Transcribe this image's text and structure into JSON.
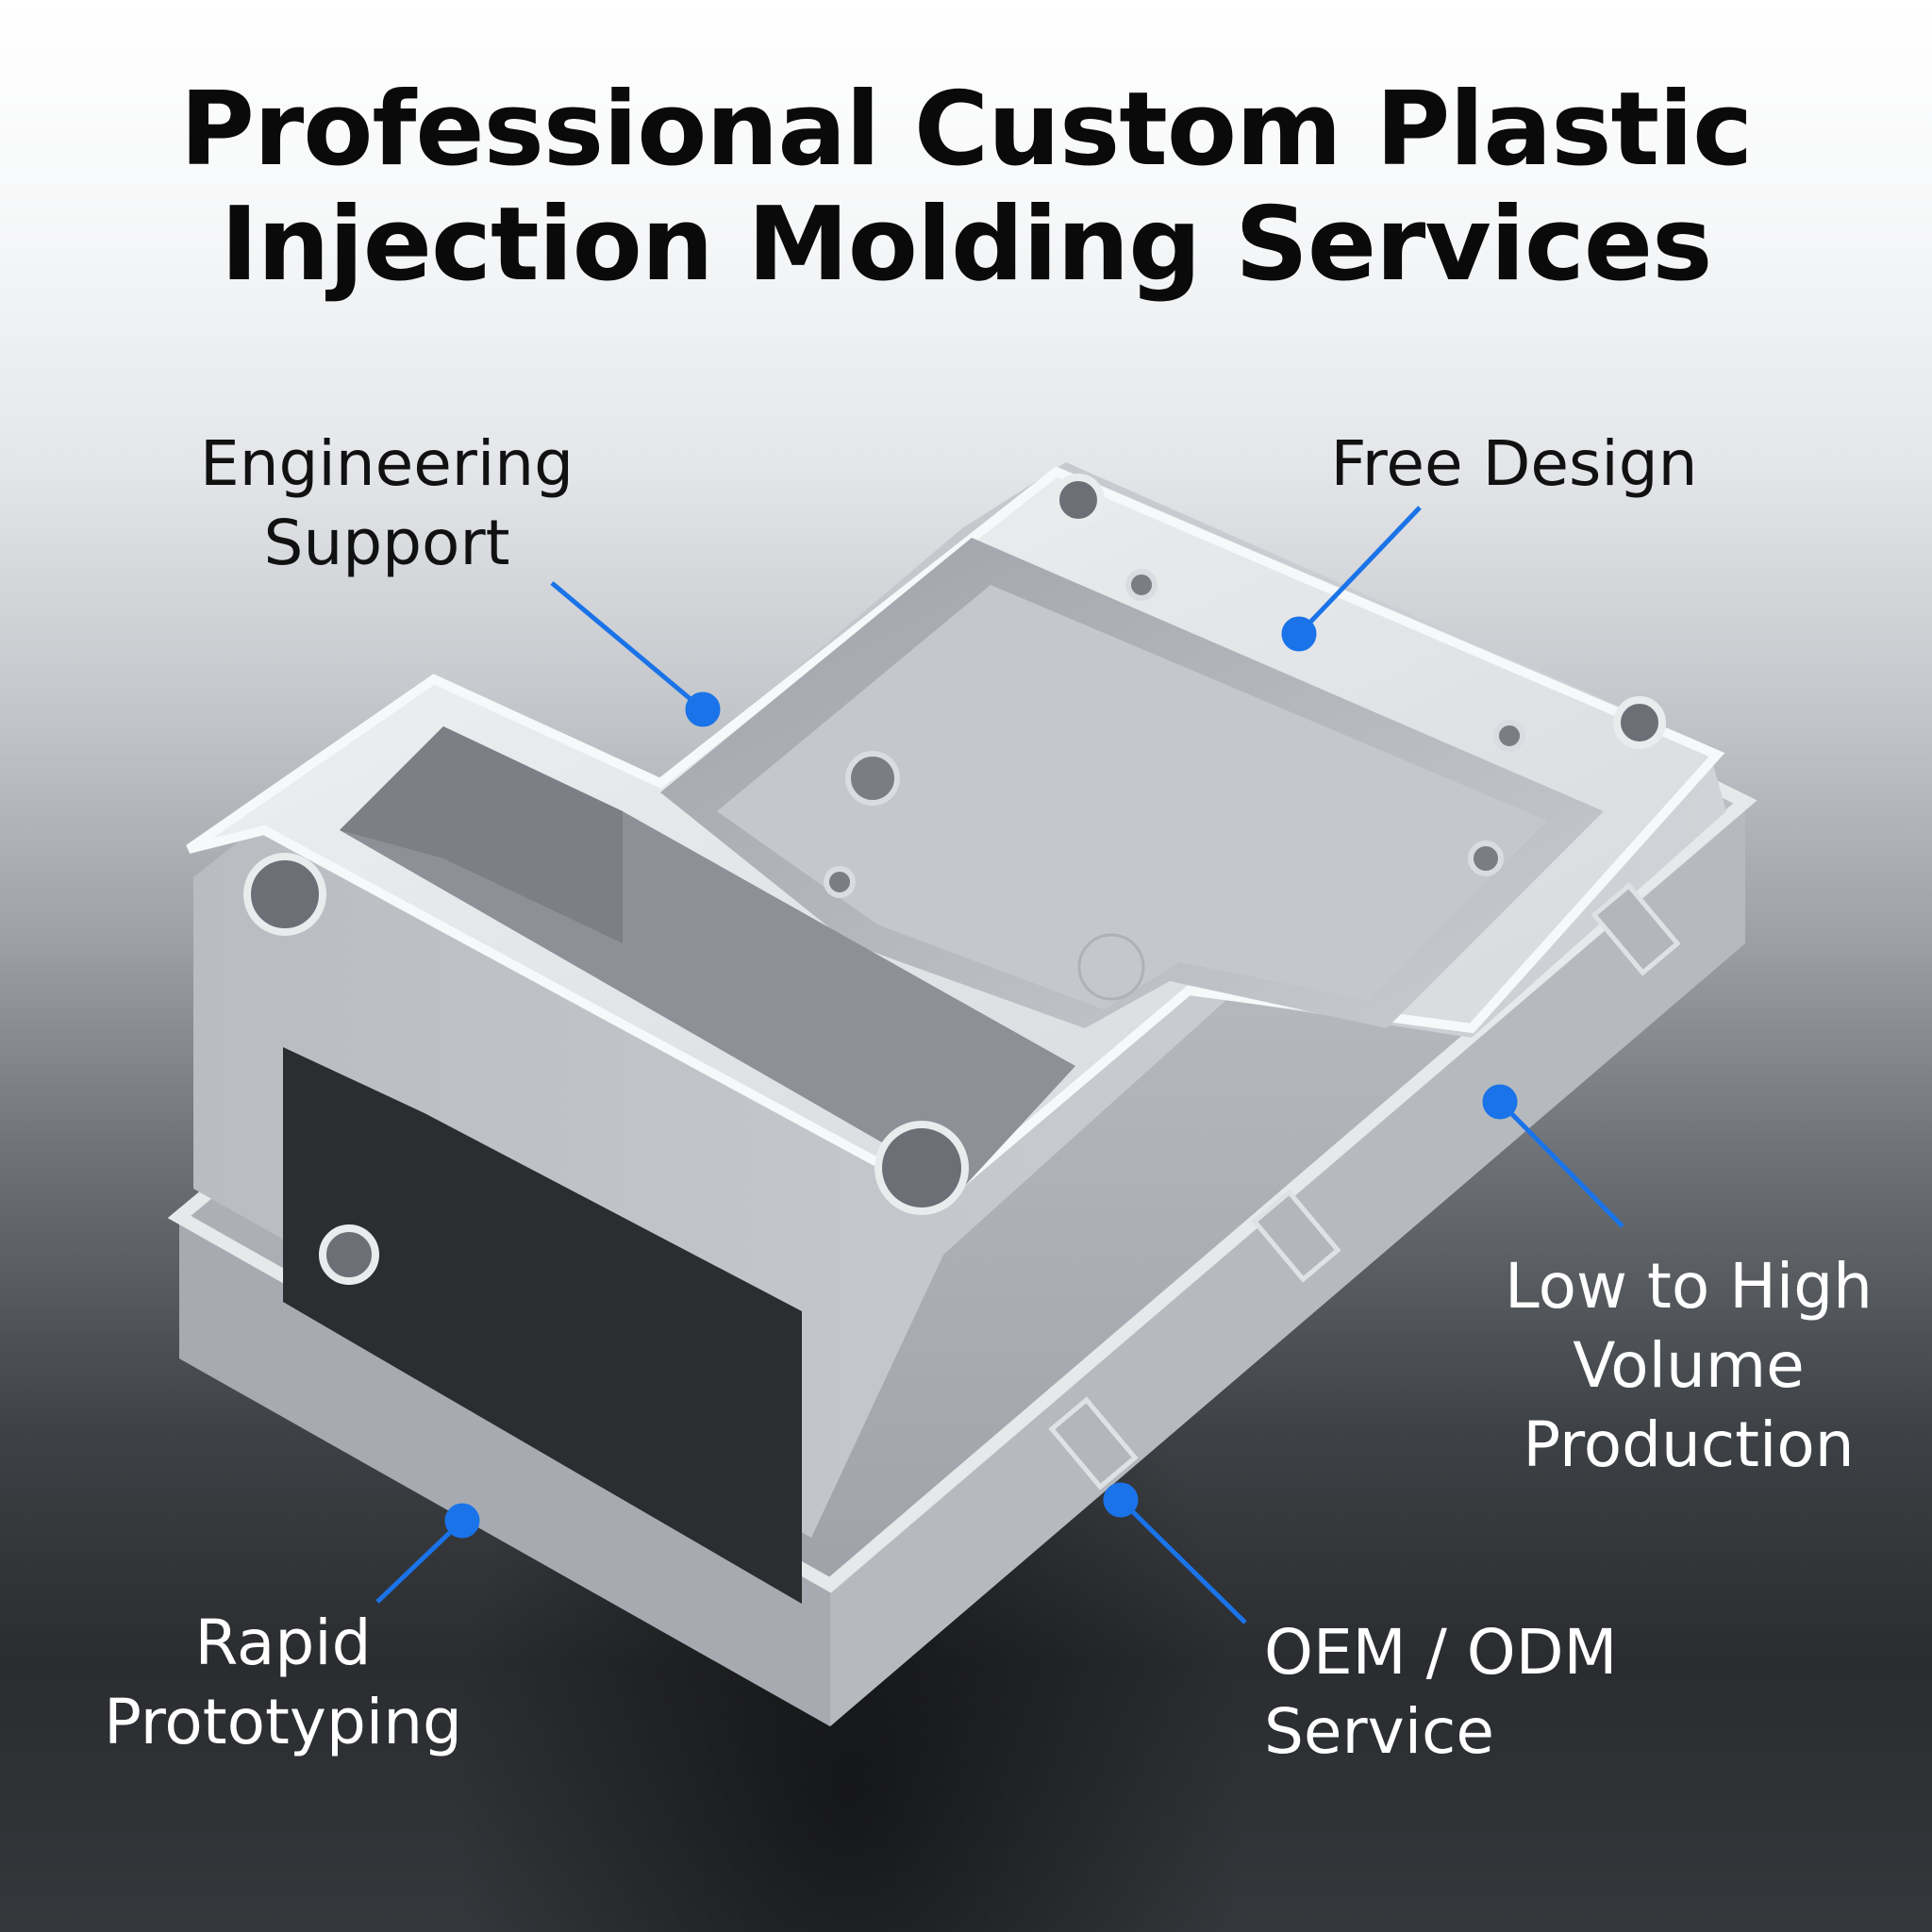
{
  "headline": {
    "line1": "Professional Custom Plastic",
    "line2": "Injection Molding Services"
  },
  "callouts": [
    {
      "id": "engineering-support",
      "lines": [
        "Engineering",
        "Support"
      ]
    },
    {
      "id": "free-design",
      "lines": [
        "Free Design"
      ]
    },
    {
      "id": "low-to-high-volume",
      "lines": [
        "Low to High",
        "Volume",
        "Production"
      ]
    },
    {
      "id": "rapid-prototyping",
      "lines": [
        "Rapid",
        "Prototyping"
      ]
    },
    {
      "id": "oem-odm",
      "lines": [
        "OEM / ODM",
        "Service"
      ]
    }
  ],
  "colors": {
    "accent": "#1a73e8",
    "part": "#c9ccd1",
    "title_text": "#0a0a0a",
    "label_on_dark": "#ffffff"
  }
}
